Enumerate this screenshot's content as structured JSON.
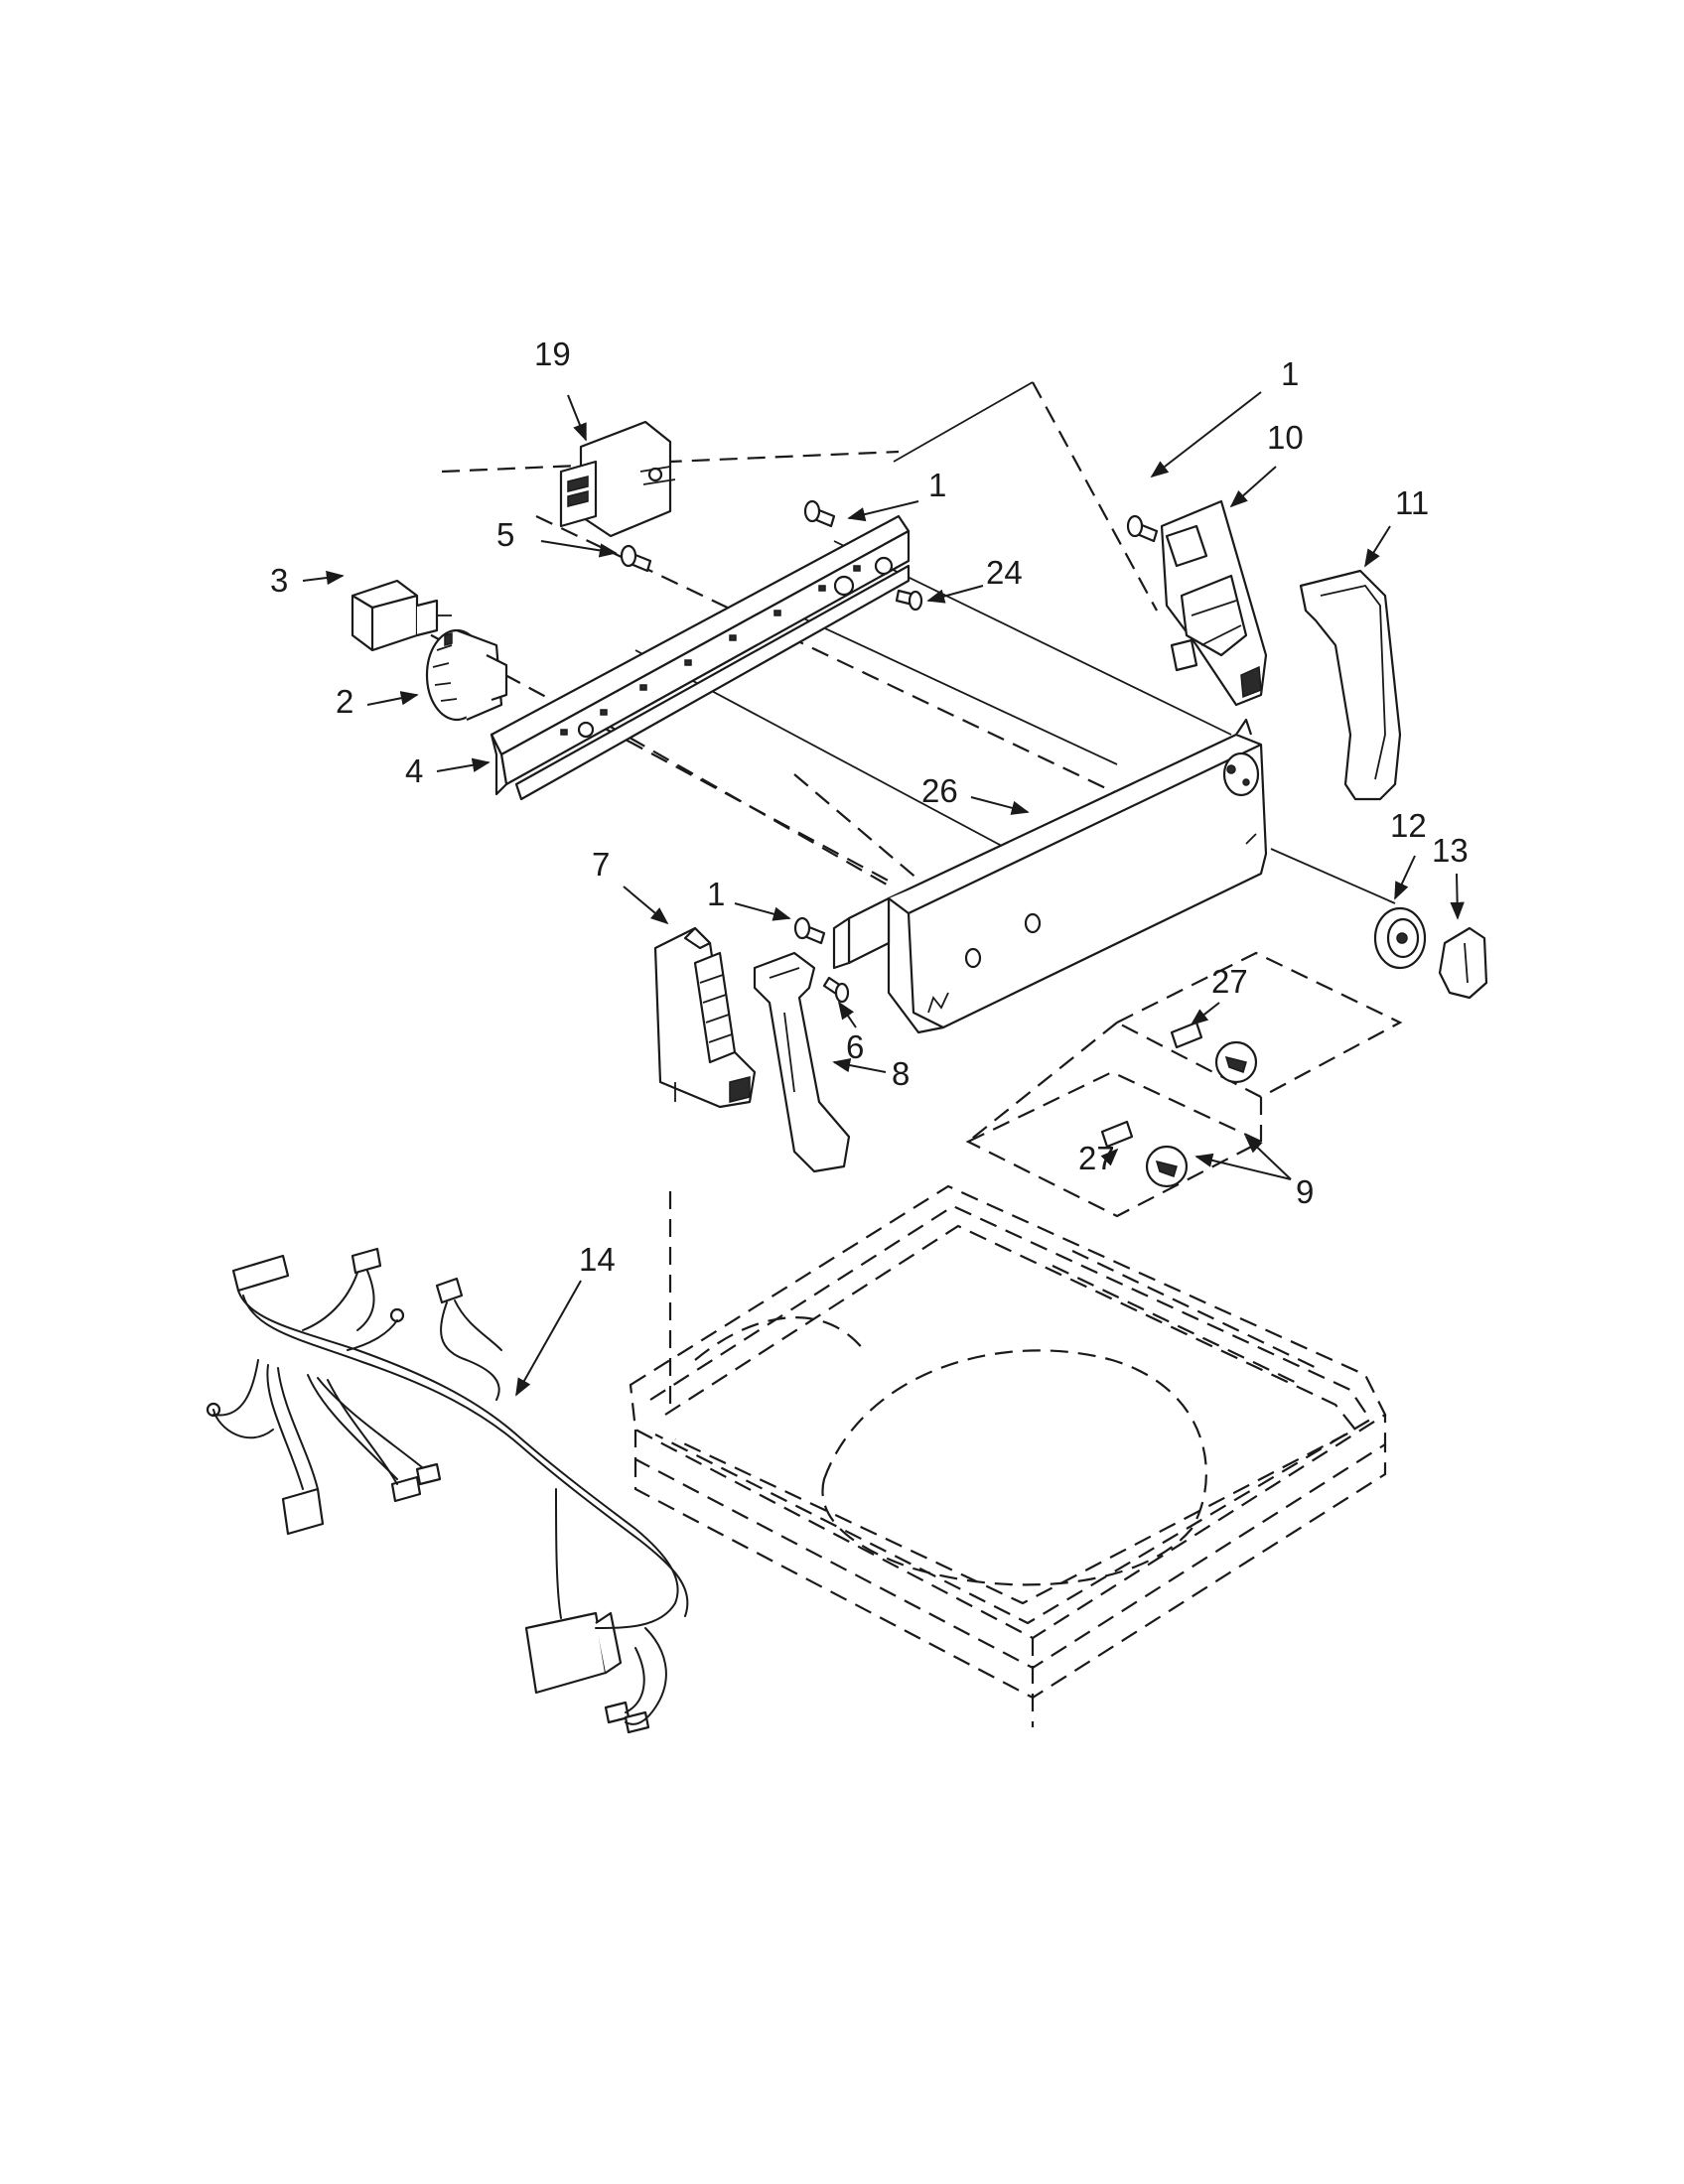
{
  "diagram": {
    "callouts": [
      {
        "id": "c19",
        "text": "19"
      },
      {
        "id": "c1a",
        "text": "1"
      },
      {
        "id": "c10",
        "text": "10"
      },
      {
        "id": "c11",
        "text": "11"
      },
      {
        "id": "c1b",
        "text": "1"
      },
      {
        "id": "c5",
        "text": "5"
      },
      {
        "id": "c24",
        "text": "24"
      },
      {
        "id": "c3",
        "text": "3"
      },
      {
        "id": "c2",
        "text": "2"
      },
      {
        "id": "c4",
        "text": "4"
      },
      {
        "id": "c26",
        "text": "26"
      },
      {
        "id": "c12",
        "text": "12"
      },
      {
        "id": "c13",
        "text": "13"
      },
      {
        "id": "c7",
        "text": "7"
      },
      {
        "id": "c1c",
        "text": "1"
      },
      {
        "id": "c6",
        "text": "6"
      },
      {
        "id": "c27a",
        "text": "27"
      },
      {
        "id": "c8",
        "text": "8"
      },
      {
        "id": "c27b",
        "text": "27"
      },
      {
        "id": "c9",
        "text": "9"
      },
      {
        "id": "c14",
        "text": "14"
      }
    ],
    "colors": {
      "ink": "#1a1a1a",
      "background": "#ffffff"
    }
  }
}
